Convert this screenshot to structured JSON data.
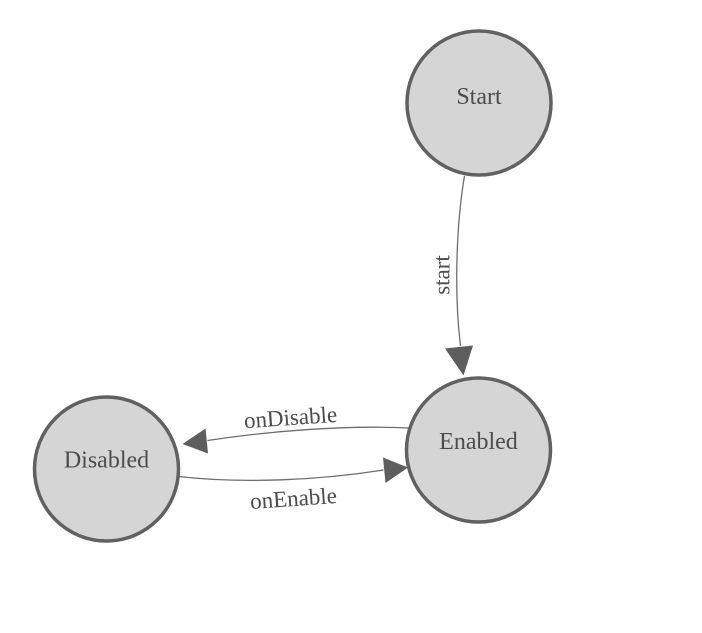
{
  "diagram": {
    "type": "state-machine",
    "nodes": [
      {
        "id": "start",
        "label": "Start"
      },
      {
        "id": "enabled",
        "label": "Enabled"
      },
      {
        "id": "disabled",
        "label": "Disabled"
      }
    ],
    "edges": [
      {
        "from": "Start",
        "to": "Enabled",
        "label": "start"
      },
      {
        "from": "Enabled",
        "to": "Disabled",
        "label": "onDisable"
      },
      {
        "from": "Disabled",
        "to": "Enabled",
        "label": "onEnable"
      }
    ]
  },
  "colors": {
    "background": "#ffffff",
    "node_fill": "#d5d5d5",
    "node_stroke": "#616161",
    "edge_stroke": "#6e6e6e",
    "arrow_fill": "#5e5e5e",
    "label_text": "#4c4c50"
  }
}
